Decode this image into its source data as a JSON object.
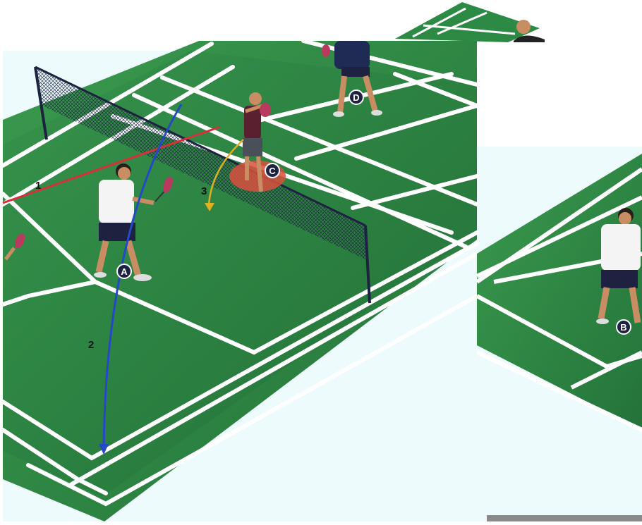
{
  "diagram": {
    "players": [
      {
        "id": "A",
        "label": "A"
      },
      {
        "id": "B",
        "label": "B"
      },
      {
        "id": "C",
        "label": "C"
      },
      {
        "id": "D",
        "label": "D"
      }
    ],
    "shots": [
      {
        "id": "1",
        "label": "1",
        "color": "#d6303a"
      },
      {
        "id": "2",
        "label": "2",
        "color": "#2448c8"
      },
      {
        "id": "3",
        "label": "3",
        "color": "#e0b020"
      }
    ],
    "colors": {
      "court_green": "#2f8a45",
      "court_dark": "#246e37",
      "line_white": "#ffffff",
      "panel_bg": "#eefbfd",
      "net": "#1d2240",
      "target_zone": "#d9503e",
      "shirt_white": "#f4f4f4",
      "shirt_maroon": "#5a2030",
      "shirt_navy": "#1f2a55",
      "shorts_navy": "#1e2240",
      "skin": "#c98d63",
      "racket": "#b83a5e"
    }
  }
}
